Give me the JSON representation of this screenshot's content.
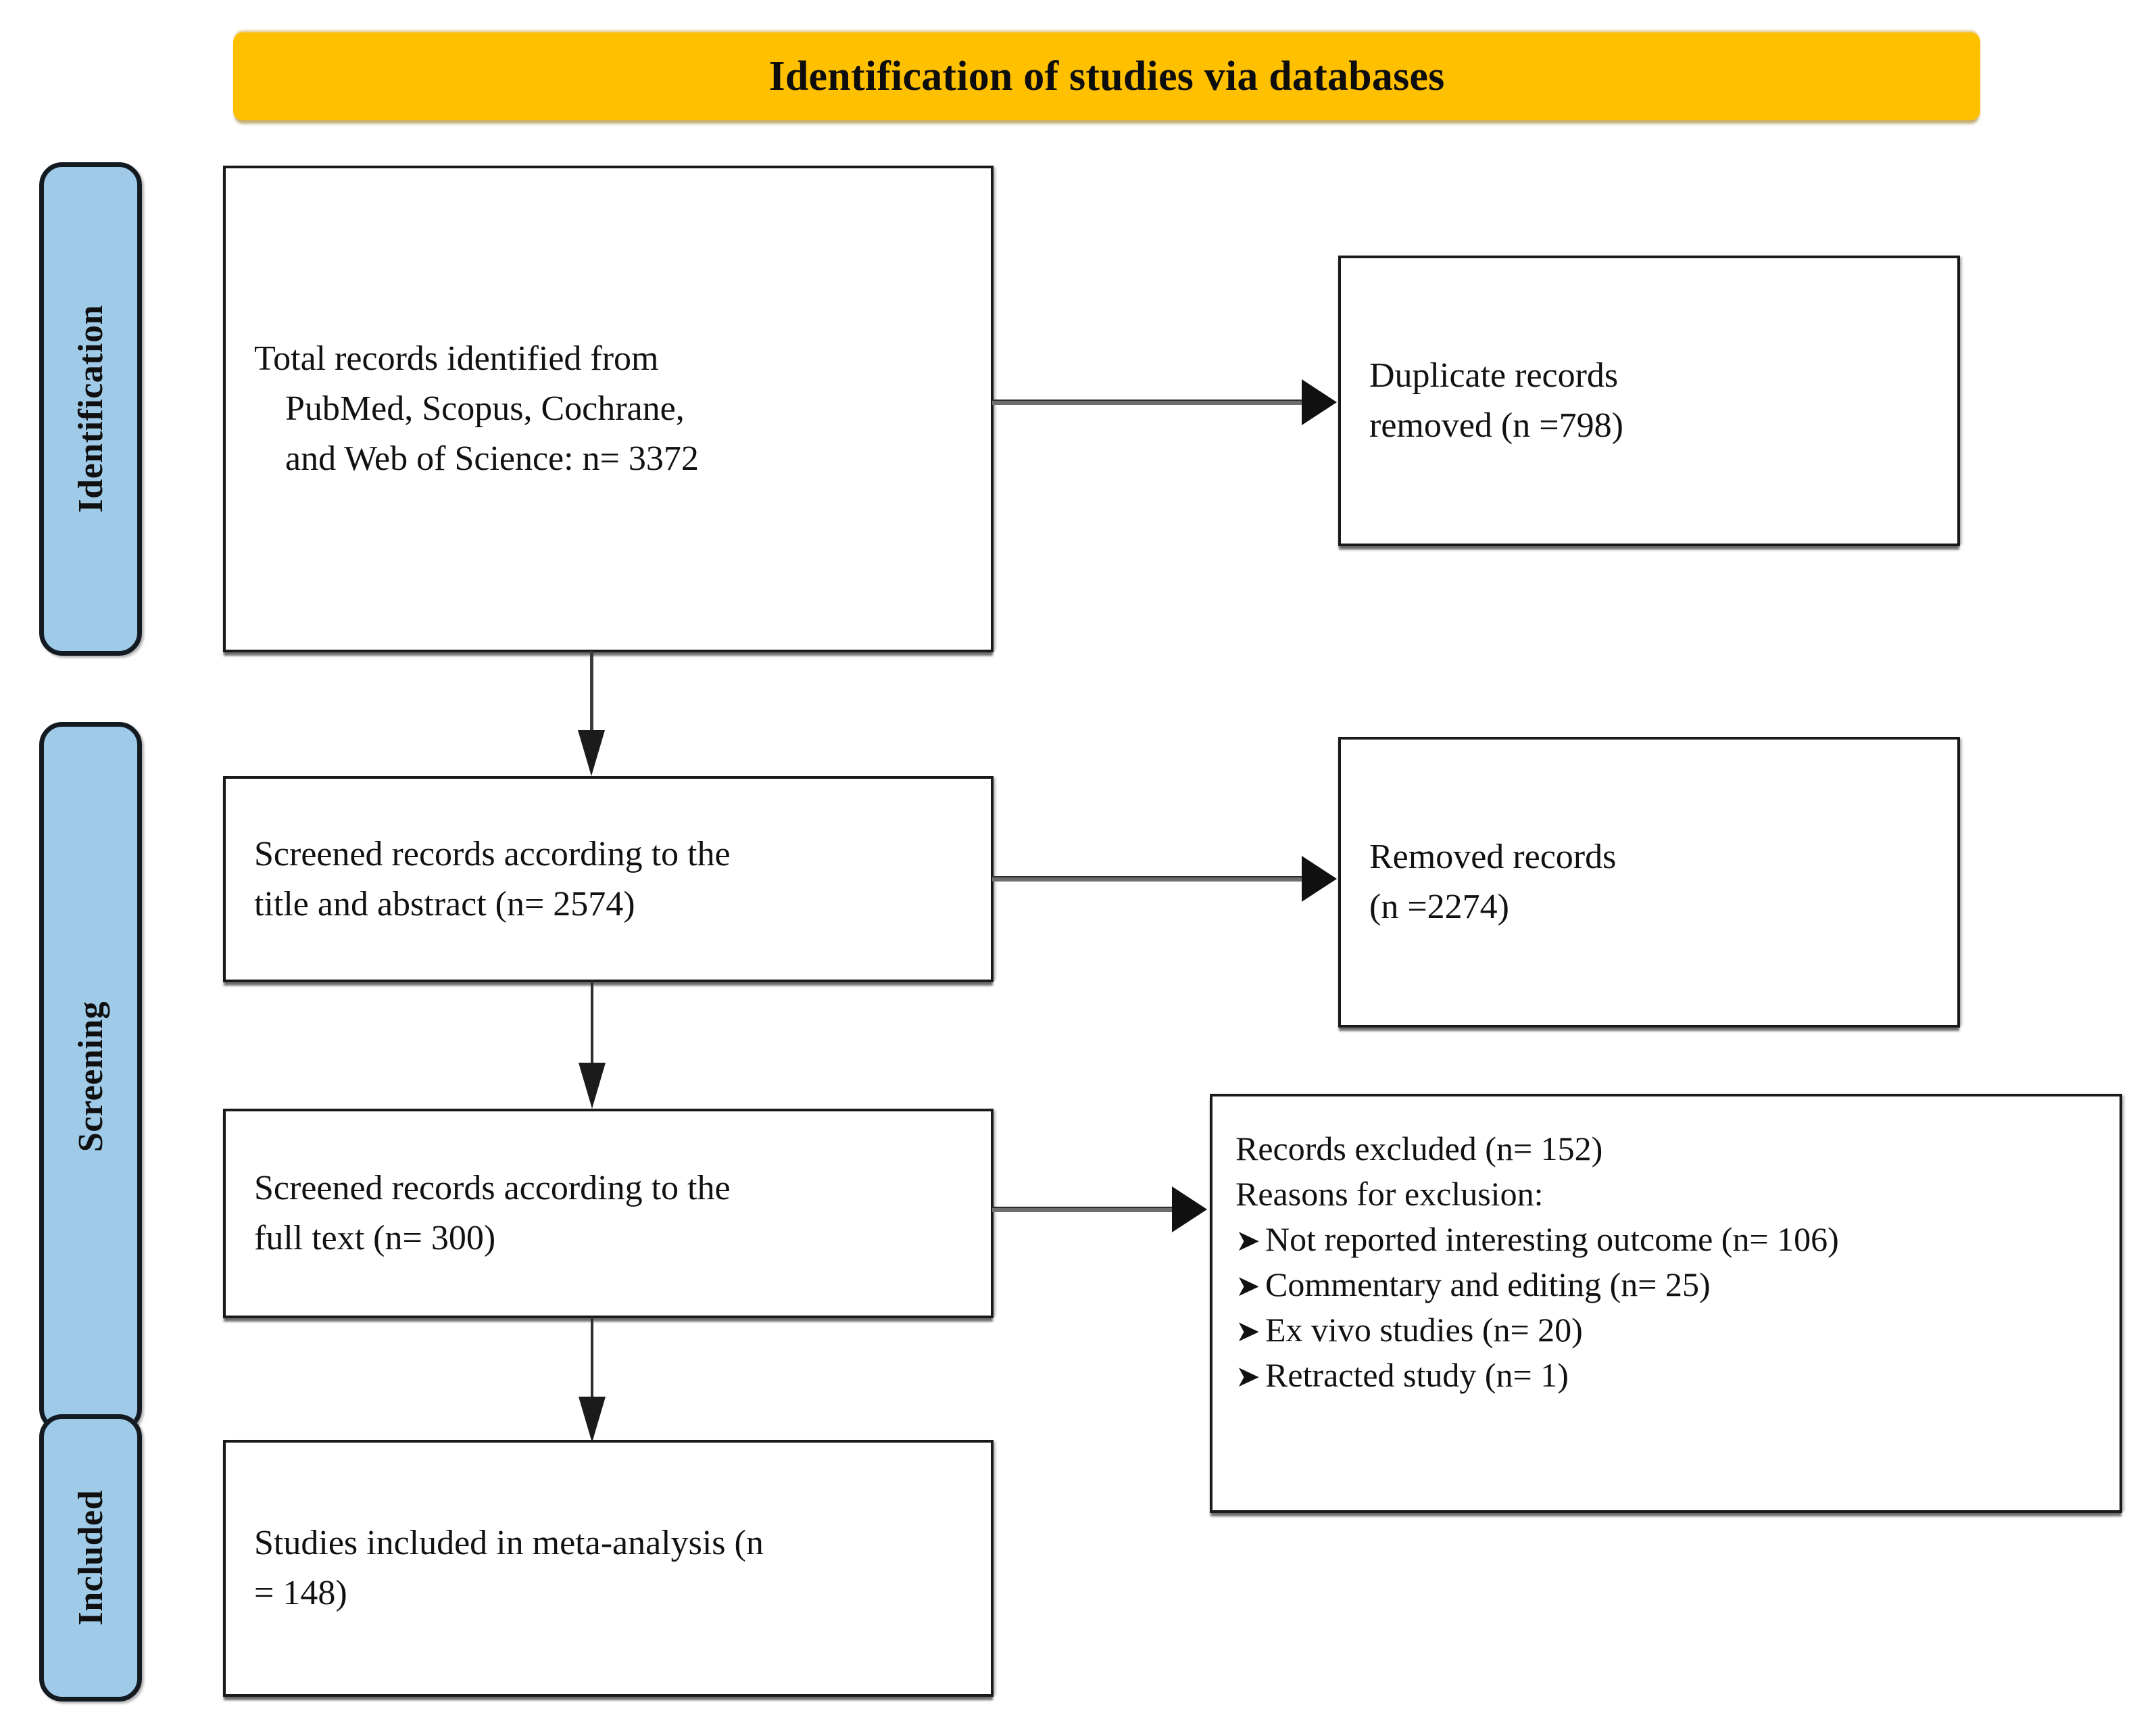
{
  "banner": {
    "title": "Identification of studies via databases"
  },
  "stages": [
    {
      "id": "identification",
      "label": "Identification"
    },
    {
      "id": "screening",
      "label": "Screening"
    },
    {
      "id": "included",
      "label": "Included"
    }
  ],
  "boxes": {
    "identified": {
      "line1": "Total records identified from",
      "line2": "PubMed, Scopus, Cochrane,",
      "line3": "and Web of Science: n= 3372"
    },
    "duplicates": {
      "line1": "Duplicate records",
      "line2": "removed (n =798)"
    },
    "screened_title_abstract": {
      "line1": "Screened records according to the",
      "line2": "title and abstract (n= 2574)"
    },
    "removed": {
      "line1": "Removed records",
      "line2": "(n =2274)"
    },
    "screened_full_text": {
      "line1": "Screened records according to the",
      "line2": "full text (n= 300)"
    },
    "excluded": {
      "heading": "Records excluded (n= 152)",
      "subheading": "Reasons for exclusion:",
      "bullet_glyph": "➤",
      "reasons": [
        "Not reported interesting outcome (n= 106)",
        "Commentary and editing (n= 25)",
        "Ex vivo studies (n= 20)",
        "Retracted study (n= 1)"
      ]
    },
    "included": {
      "line1": "Studies included in meta-analysis (n",
      "line2": "= 148)"
    }
  },
  "colors": {
    "banner_background": "#FFC000",
    "stage_background": "#9FCBE8",
    "stage_border": "#141A22",
    "box_border": "#1A1A1A",
    "text": "#111111",
    "connector": "#2E2E2E"
  },
  "chart_data": {
    "type": "diagram",
    "title": "Identification of studies via databases",
    "flow": [
      {
        "stage": "Identification",
        "node": "Total records identified from PubMed, Scopus, Cochrane, and Web of Science",
        "n": 3372
      },
      {
        "stage": "Identification",
        "node": "Duplicate records removed",
        "n": 798
      },
      {
        "stage": "Screening",
        "node": "Screened records according to the title and abstract",
        "n": 2574
      },
      {
        "stage": "Screening",
        "node": "Removed records",
        "n": 2274
      },
      {
        "stage": "Screening",
        "node": "Screened records according to the full text",
        "n": 300
      },
      {
        "stage": "Screening",
        "node": "Records excluded",
        "n": 152
      },
      {
        "stage": "Screening",
        "node": "Not reported interesting outcome",
        "n": 106
      },
      {
        "stage": "Screening",
        "node": "Commentary and editing",
        "n": 25
      },
      {
        "stage": "Screening",
        "node": "Ex vivo studies",
        "n": 20
      },
      {
        "stage": "Screening",
        "node": "Retracted study",
        "n": 1
      },
      {
        "stage": "Included",
        "node": "Studies included in meta-analysis",
        "n": 148
      }
    ]
  }
}
